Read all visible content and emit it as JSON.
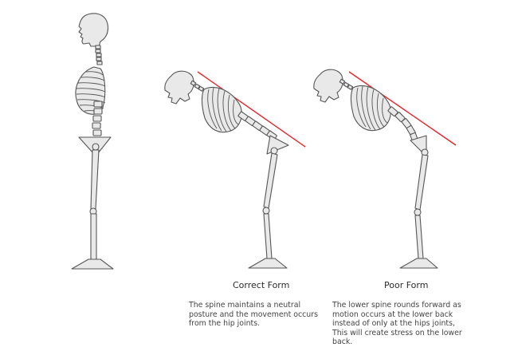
{
  "panels": [
    {
      "id": "correct",
      "title": "Correct Form",
      "description": "The spine maintains a neutral posture and the movement occurs from the hip joints."
    },
    {
      "id": "poor",
      "title": "Poor Form",
      "description": "The lower spine rounds forward as motion occurs at the lower back instead of only at the hips joints, This will create stress on the lower back."
    }
  ],
  "colors": {
    "bone_fill": "#e9e9e9",
    "bone_stroke": "#555555",
    "reference_line": "#e8232b",
    "text": "#2b2b2b"
  }
}
